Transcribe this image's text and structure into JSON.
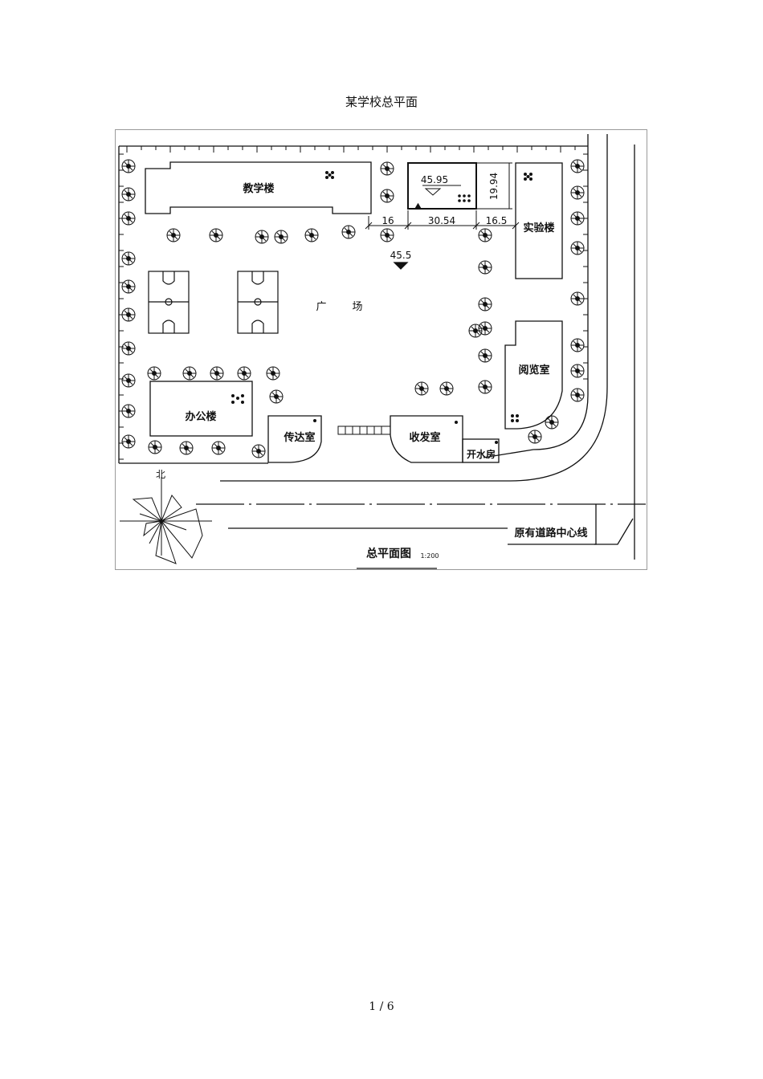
{
  "document": {
    "title": "某学校总平面",
    "footer": "1 / 6"
  },
  "plan": {
    "buildings": {
      "teaching": "教学楼",
      "lab": "实验楼",
      "office": "办公楼",
      "reading": "阅览室",
      "reception": "传达室",
      "mailroom": "收发室",
      "boiler": "开水房"
    },
    "plaza": [
      "广",
      "场"
    ],
    "site_elevation": "45.5",
    "building_elevation": "45.95",
    "dimensions": {
      "left_gap": "16",
      "building_width": "30.54",
      "right_gap": "16.5",
      "building_depth": "19.94"
    },
    "north_label": "北",
    "road_label": "原有道路中心线",
    "drawing_title": "总平面图",
    "drawing_scale": "1:200"
  }
}
